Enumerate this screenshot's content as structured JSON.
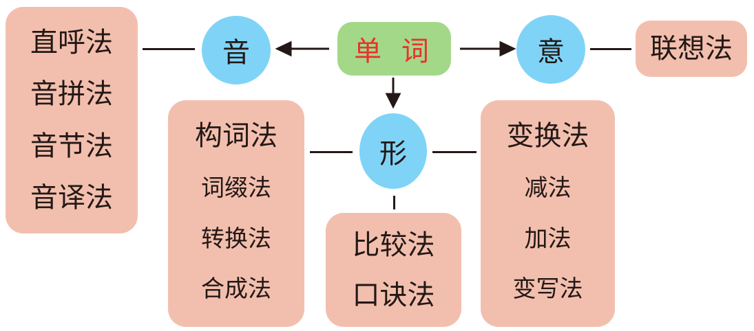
{
  "center": {
    "label": "单 词",
    "color": "#e8322a"
  },
  "sound": {
    "label": "音",
    "methods": [
      "直呼法",
      "音拼法",
      "音节法",
      "音译法"
    ]
  },
  "meaning": {
    "label": "意",
    "methods": [
      "联想法"
    ]
  },
  "form": {
    "label": "形",
    "left_methods": {
      "title": "构词法",
      "items": [
        "词缀法",
        "转换法",
        "合成法"
      ]
    },
    "bottom_methods": [
      "比较法",
      "口诀法"
    ],
    "right_methods": {
      "title": "变换法",
      "items": [
        "减法",
        "加法",
        "变写法"
      ]
    }
  },
  "colors": {
    "box": "#f2bfae",
    "circle": "#7fd3f7",
    "center_box": "#a3d889",
    "lines": "#231815"
  }
}
